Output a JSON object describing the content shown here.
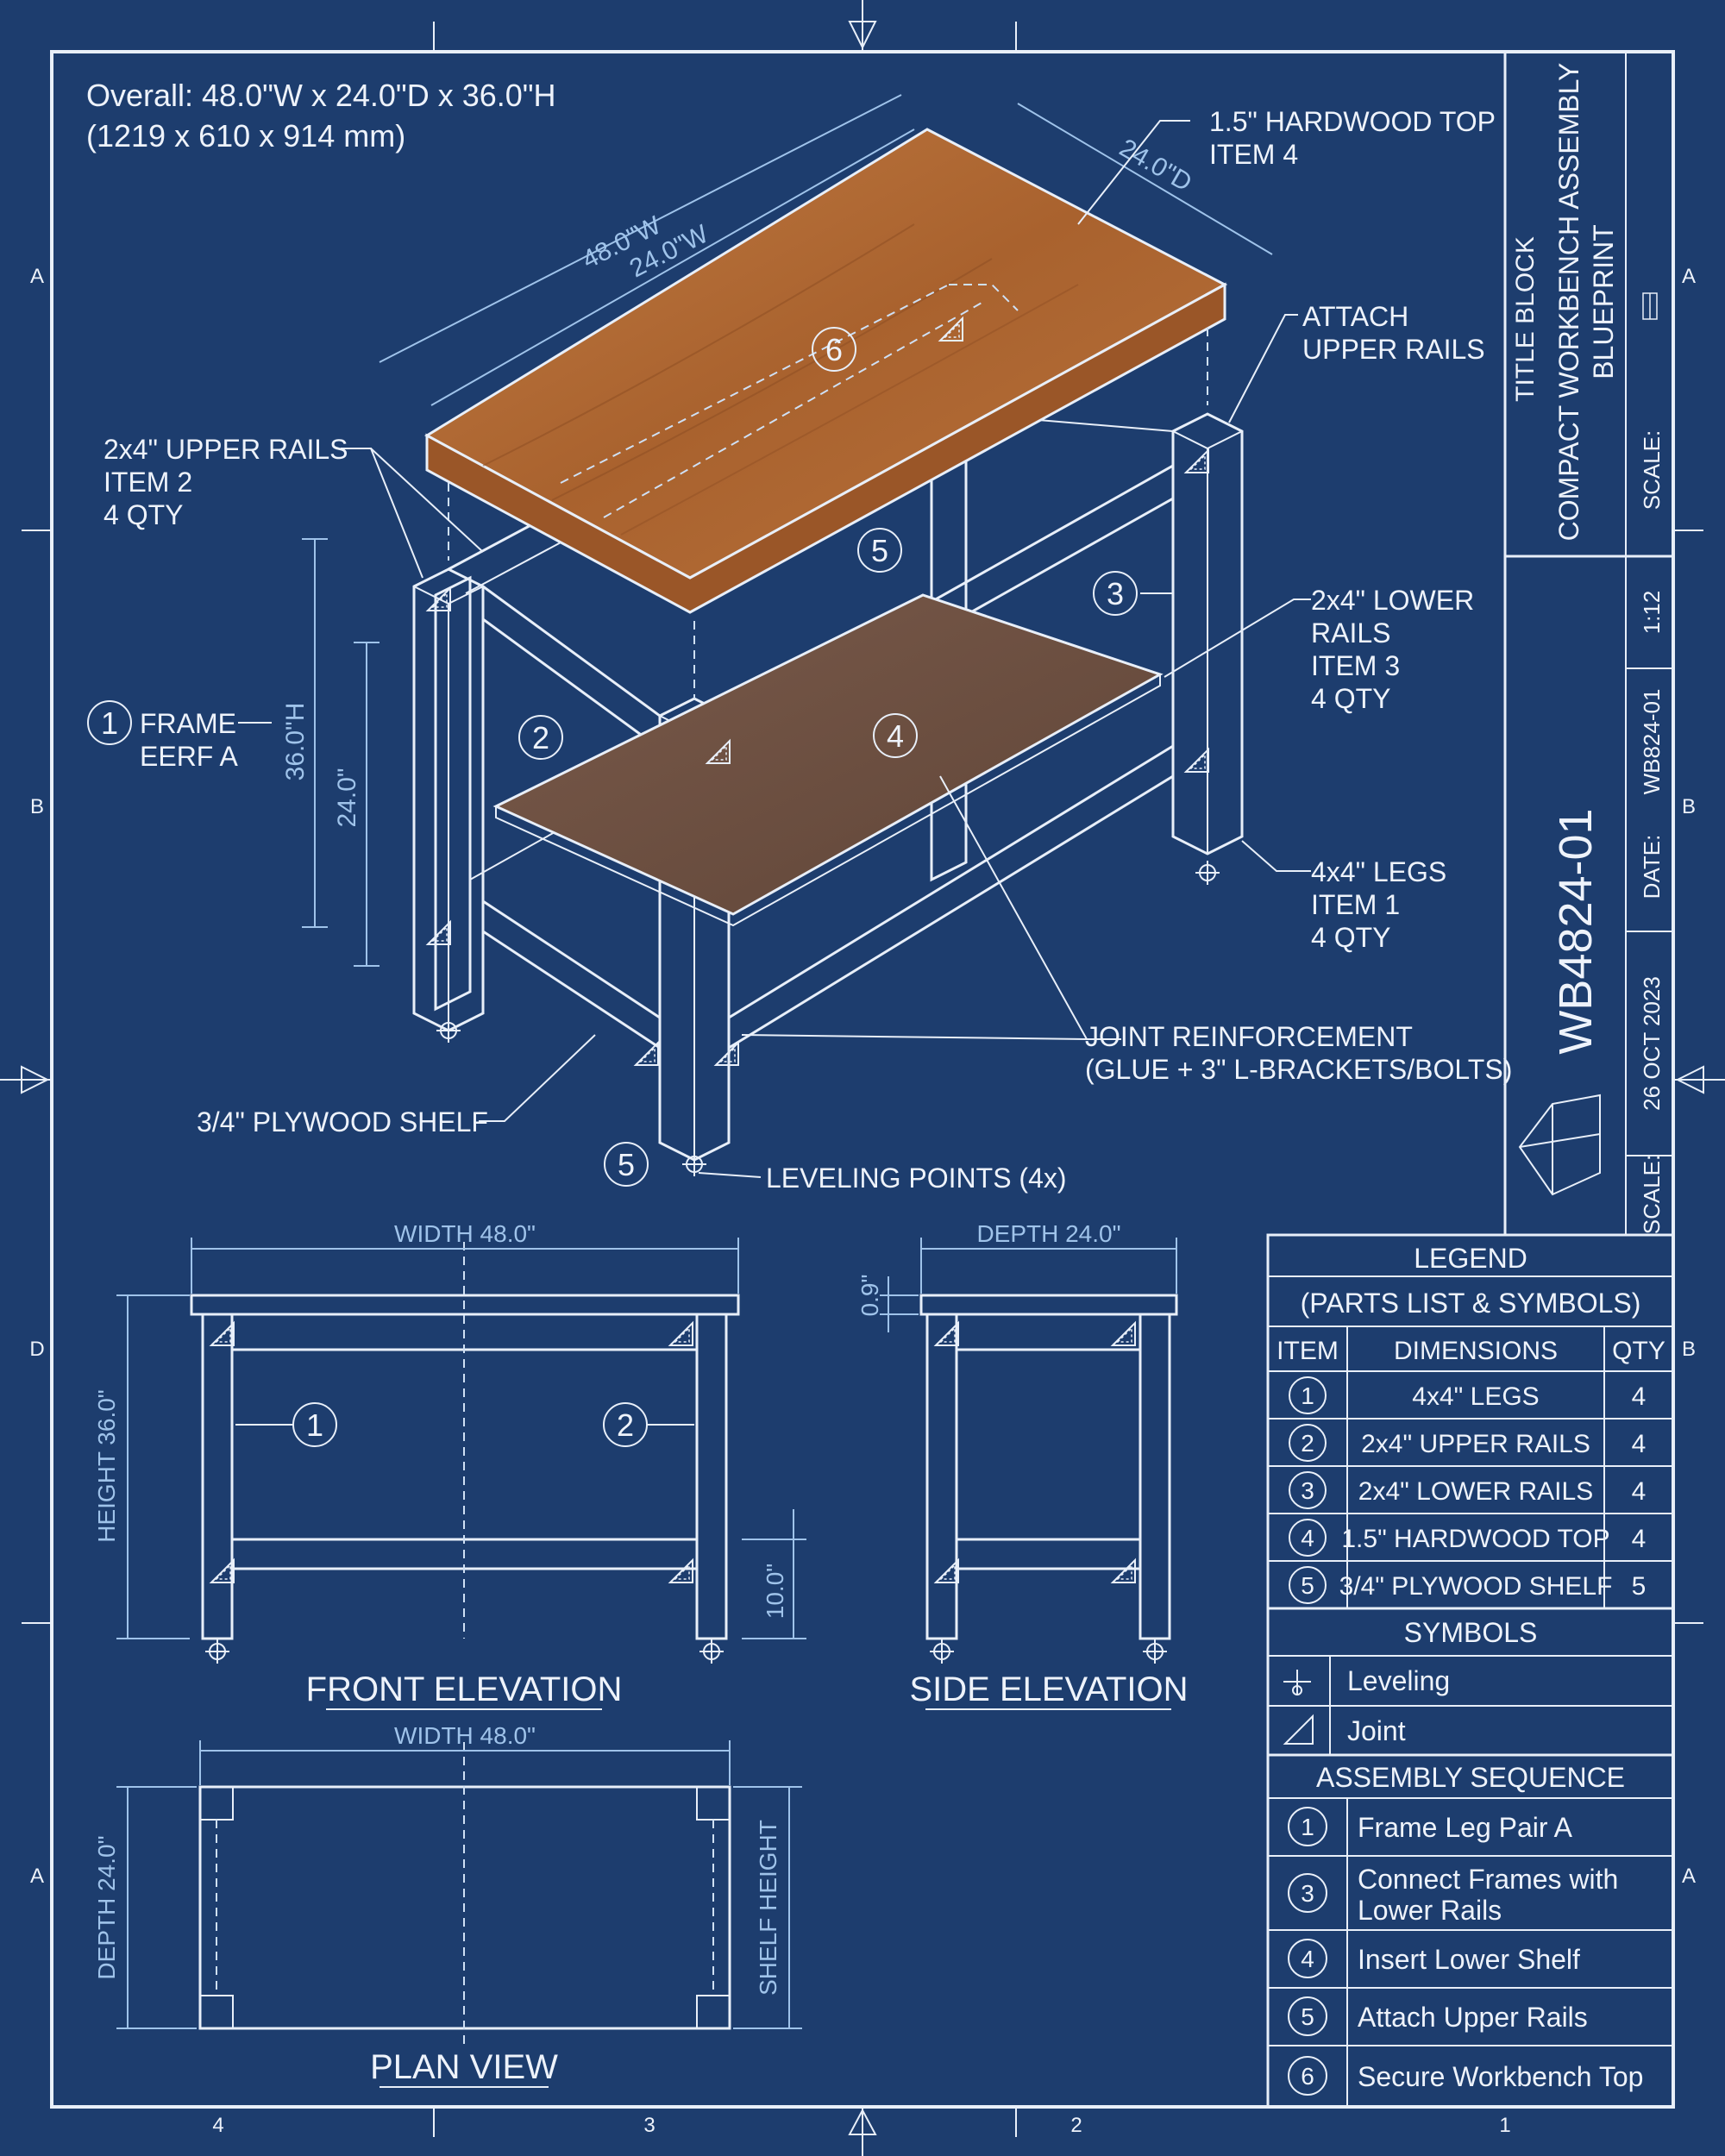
{
  "overall": {
    "line1": "Overall: 48.0\"W x 24.0\"D x 36.0\"H",
    "line2": "(1219 x 610 x 914 mm)"
  },
  "callouts": {
    "top": [
      "1.5\" HARDWOOD TOP",
      "ITEM 4"
    ],
    "attach_upper": [
      "ATTACH",
      "UPPER RAILS"
    ],
    "upper_rails": [
      "2x4\" UPPER RAILS",
      "ITEM 2",
      "4 QTY"
    ],
    "lower_rails": [
      "2x4\" LOWER",
      "RAILS",
      "ITEM 3",
      "4 QTY"
    ],
    "legs": [
      "4x4\" LEGS",
      "ITEM 1",
      "4 QTY"
    ],
    "frame": [
      "FRAME",
      "EERF A"
    ],
    "joint": [
      "JOINT REINFORCEMENT",
      "(GLUE + 3\" L-BRACKETS/BOLTS)"
    ],
    "shelf": "3/4\" PLYWOOD SHELF",
    "leveling": "LEVELING POINTS (4x)"
  },
  "iso_dims": {
    "width_outer": "48.0\"W",
    "width_inner": "24.0\"W",
    "depth": "24.0\"D",
    "height": "36.0\"H",
    "shelf_h": "24.0\""
  },
  "balloons": {
    "b6": "6",
    "b5": "5",
    "b3": "3",
    "b2": "2",
    "b4": "4",
    "b1": "1",
    "b5b": "5",
    "f1": "1",
    "f2": "2"
  },
  "front": {
    "title": "FRONT ELEVATION",
    "width": "WIDTH 48.0\"",
    "height": "HEIGHT 36.0\"",
    "shelf": "10.0\""
  },
  "side": {
    "title": "SIDE ELEVATION",
    "depth": "DEPTH 24.0\"",
    "thick": "0.9\""
  },
  "plan": {
    "title": "PLAN VIEW",
    "width": "WIDTH 48.0\"",
    "depth": "DEPTH 24.0\"",
    "shelf_height": "SHELF HEIGHT"
  },
  "title_block": {
    "label": "TITLE BLOCK",
    "title1": "COMPACT WORKBENCH ASSEMBLY",
    "title2": "BLUEPRINT",
    "scale_label": "SCALE:",
    "scale_value": "1:12",
    "drawing_no": "WB4824-01",
    "date_label": "DATE:",
    "date_value": "WB824-01",
    "date_big": "26 OCT 2023",
    "scale_label2": "SCALE:"
  },
  "legend": {
    "title": "LEGEND",
    "subtitle": "(PARTS LIST & SYMBOLS)",
    "headers": [
      "ITEM",
      "DIMENSIONS",
      "QTY"
    ],
    "rows": [
      {
        "item": "1",
        "dim": "4x4\" LEGS",
        "qty": "4"
      },
      {
        "item": "2",
        "dim": "2x4\" UPPER RAILS",
        "qty": "4"
      },
      {
        "item": "3",
        "dim": "2x4\" LOWER RAILS",
        "qty": "4"
      },
      {
        "item": "4",
        "dim": "1.5\" HARDWOOD TOP",
        "qty": "4"
      },
      {
        "item": "5",
        "dim": "3/4\" PLYWOOD SHELF",
        "qty": "5"
      }
    ],
    "symbols_title": "SYMBOLS",
    "symbols": [
      "Leveling",
      "Joint"
    ],
    "sequence_title": "ASSEMBLY SEQUENCE",
    "sequence": [
      {
        "n": "1",
        "text": [
          "Frame Leg Pair A"
        ]
      },
      {
        "n": "3",
        "text": [
          "Connect Frames with",
          "Lower Rails"
        ]
      },
      {
        "n": "4",
        "text": [
          "Insert Lower Shelf"
        ]
      },
      {
        "n": "5",
        "text": [
          "Attach Upper Rails"
        ]
      },
      {
        "n": "6",
        "text": [
          "Secure Workbench Top"
        ]
      }
    ]
  },
  "border": {
    "left": [
      "A",
      "B",
      "D",
      "A"
    ],
    "right": [
      "A",
      "B",
      "B",
      "A"
    ],
    "bottom": [
      "4",
      "3",
      "2",
      "1"
    ]
  },
  "colors": {
    "background": "#1d3d6e",
    "line": "#e8eff9",
    "dimension": "#9fc3ea",
    "wood": "#b06a34",
    "shelf": "#6f5244"
  }
}
